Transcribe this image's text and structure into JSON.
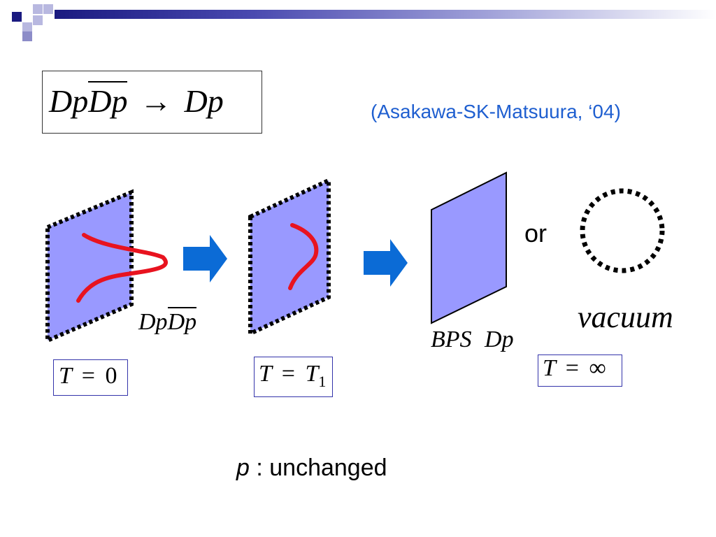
{
  "title_equation": {
    "lhs_1": "Dp",
    "lhs_2": "Dp",
    "arrow": "→",
    "rhs": "Dp"
  },
  "citation": "(Asakawa-SK-Matsuura, ‘04)",
  "stages": [
    {
      "label_T": "T",
      "label_eq": "=",
      "label_val": "0",
      "caption_1": "Dp",
      "caption_2": "Dp"
    },
    {
      "label_T": "T",
      "label_eq": "=",
      "label_val": "T",
      "label_sub": "1"
    },
    {
      "label_T": "T",
      "label_eq": "=",
      "label_val": "∞",
      "caption_bps": "BPS",
      "caption_dp": "Dp"
    }
  ],
  "or_label": "or",
  "vacuum_label": "vacuum",
  "note": {
    "var": "p",
    "text": " : unchanged"
  },
  "colors": {
    "brane_fill": "#9999ff",
    "tachyon_curve": "#e8131f",
    "arrow": "#0b6bd6",
    "citation": "#1f5fd0",
    "header_dark": "#1a1a80"
  }
}
